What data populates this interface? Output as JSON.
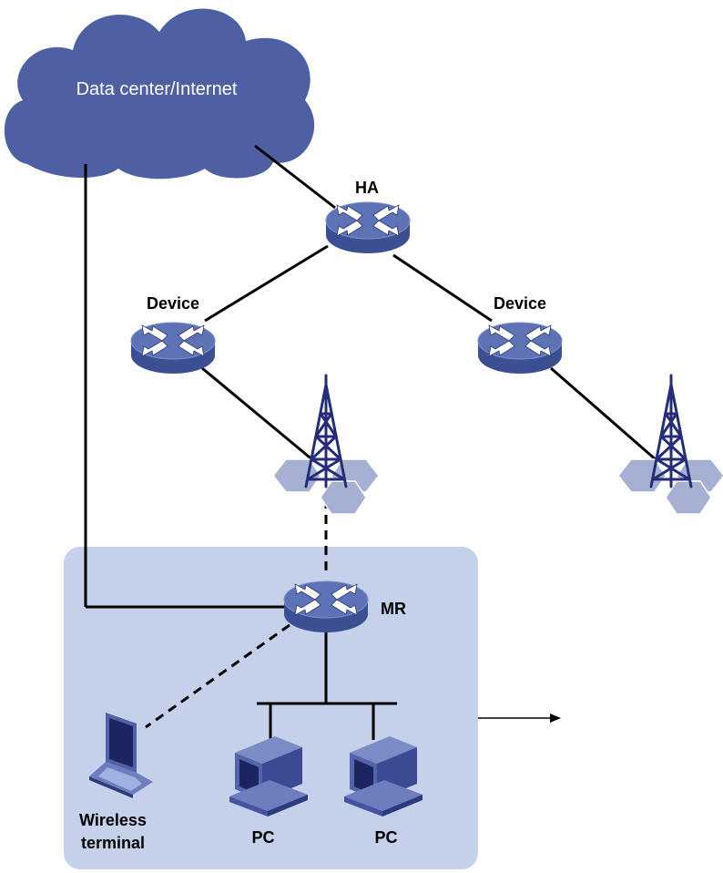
{
  "cloud": {
    "label": "Data center/Internet",
    "icon": "cloud-icon"
  },
  "ha": {
    "label": "HA",
    "icon": "router-icon"
  },
  "device_left": {
    "label": "Device",
    "icon": "router-icon"
  },
  "device_right": {
    "label": "Device",
    "icon": "router-icon"
  },
  "tower_left": {
    "icon": "cell-tower-icon"
  },
  "tower_right": {
    "icon": "cell-tower-icon"
  },
  "mr": {
    "label": "MR",
    "icon": "router-icon"
  },
  "wireless_terminal": {
    "label_line1": "Wireless",
    "label_line2": "terminal",
    "icon": "laptop-icon"
  },
  "pc_left": {
    "label": "PC",
    "icon": "pc-icon"
  },
  "pc_right": {
    "label": "PC",
    "icon": "pc-icon"
  },
  "colors": {
    "cloud": "#4f5fa3",
    "router_top": "#5d73b5",
    "router_side": "#3d4f93",
    "mobile_network_area": "#c5d0ea",
    "hex_cells": "#a6b0d2",
    "tower": "#252c7a",
    "pc_device": "#5061a8"
  }
}
